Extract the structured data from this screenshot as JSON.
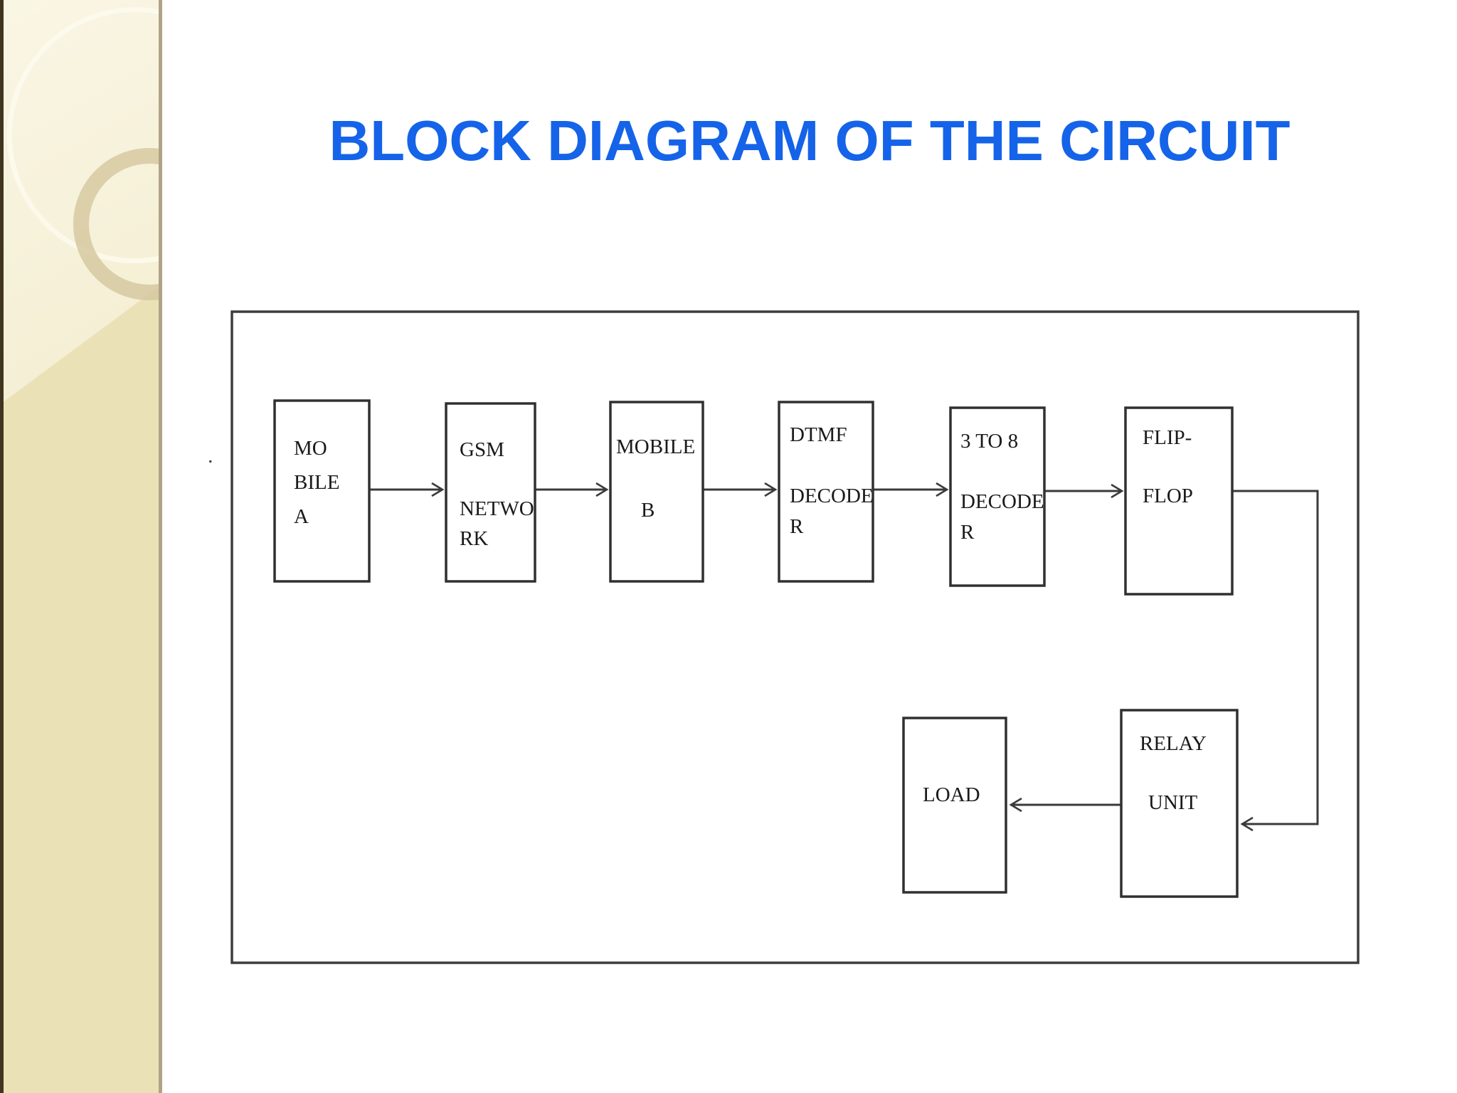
{
  "slide": {
    "title": "BLOCK DIAGRAM OF THE CIRCUIT",
    "stray_mark": "."
  },
  "colors": {
    "title_blue": "#1563e9",
    "sidebar_beige": "#ebe1b6",
    "sidebar_edge_dark": "#40351f",
    "sidebar_edge_tan": "#b0a385",
    "diagram_line": "#3a3a3a",
    "block_text": "#1a1a1a"
  },
  "diagram": {
    "blocks": [
      {
        "id": "mobile-a",
        "label": "MOBILE A",
        "lines": [
          "MO",
          "BILE",
          "A"
        ]
      },
      {
        "id": "gsm-network",
        "label": "GSM NETWORK",
        "lines": [
          "GSM",
          "NETWO",
          "RK"
        ]
      },
      {
        "id": "mobile-b",
        "label": "MOBILE B",
        "lines": [
          "MOBILE",
          "B"
        ]
      },
      {
        "id": "dtmf-decoder",
        "label": "DTMF DECODER",
        "lines": [
          "DTMF",
          "DECODE",
          "R"
        ]
      },
      {
        "id": "decoder-3-to-8",
        "label": "3 TO 8 DECODER",
        "lines": [
          "3 TO 8",
          "DECODE",
          "R"
        ]
      },
      {
        "id": "flip-flop",
        "label": "FLIP-FLOP",
        "lines": [
          "FLIP-",
          "FLOP"
        ]
      },
      {
        "id": "load",
        "label": "LOAD",
        "lines": [
          "LOAD"
        ]
      },
      {
        "id": "relay-unit",
        "label": "RELAY UNIT",
        "lines": [
          "RELAY",
          "UNIT"
        ]
      }
    ],
    "connections": [
      {
        "from": "MOBILE A",
        "to": "GSM NETWORK"
      },
      {
        "from": "GSM NETWORK",
        "to": "MOBILE B"
      },
      {
        "from": "MOBILE B",
        "to": "DTMF DECODER"
      },
      {
        "from": "DTMF DECODER",
        "to": "3 TO 8 DECODER"
      },
      {
        "from": "3 TO 8 DECODER",
        "to": "FLIP-FLOP"
      },
      {
        "from": "FLIP-FLOP",
        "to": "RELAY UNIT"
      },
      {
        "from": "RELAY UNIT",
        "to": "LOAD"
      }
    ]
  }
}
